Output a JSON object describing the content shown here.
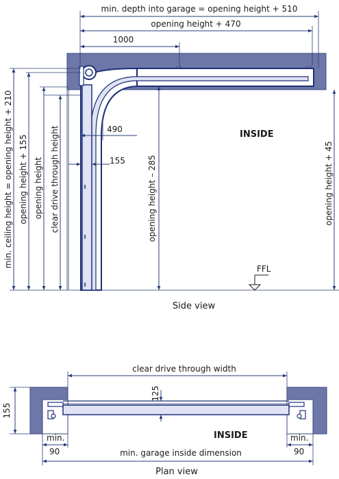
{
  "side_view": {
    "caption": "Side view",
    "inside_label": "INSIDE",
    "ffl_label": "FFL",
    "dim_min_depth": "min. depth into garage = opening height + 510",
    "dim_opening_plus_470": "opening height + 470",
    "dim_1000": "1000",
    "dim_490": "490",
    "dim_155": "155",
    "dim_min_ceiling": "min. ceiling height = opening height + 210",
    "dim_opening_plus_155": "opening height + 155",
    "dim_opening_height": "opening height",
    "dim_clear_drive_height": "clear drive through height",
    "dim_opening_minus_285": "opening height – 285",
    "dim_opening_plus_45": "opening height + 45"
  },
  "plan_view": {
    "caption": "Plan view",
    "inside_label": "INSIDE",
    "dim_clear_width": "clear drive through width",
    "dim_125": "125",
    "dim_155": "155",
    "left_min": "min.",
    "left_90": "90",
    "right_min": "min.",
    "right_90": "90",
    "dim_min_garage_inside": "min. garage inside dimension"
  }
}
